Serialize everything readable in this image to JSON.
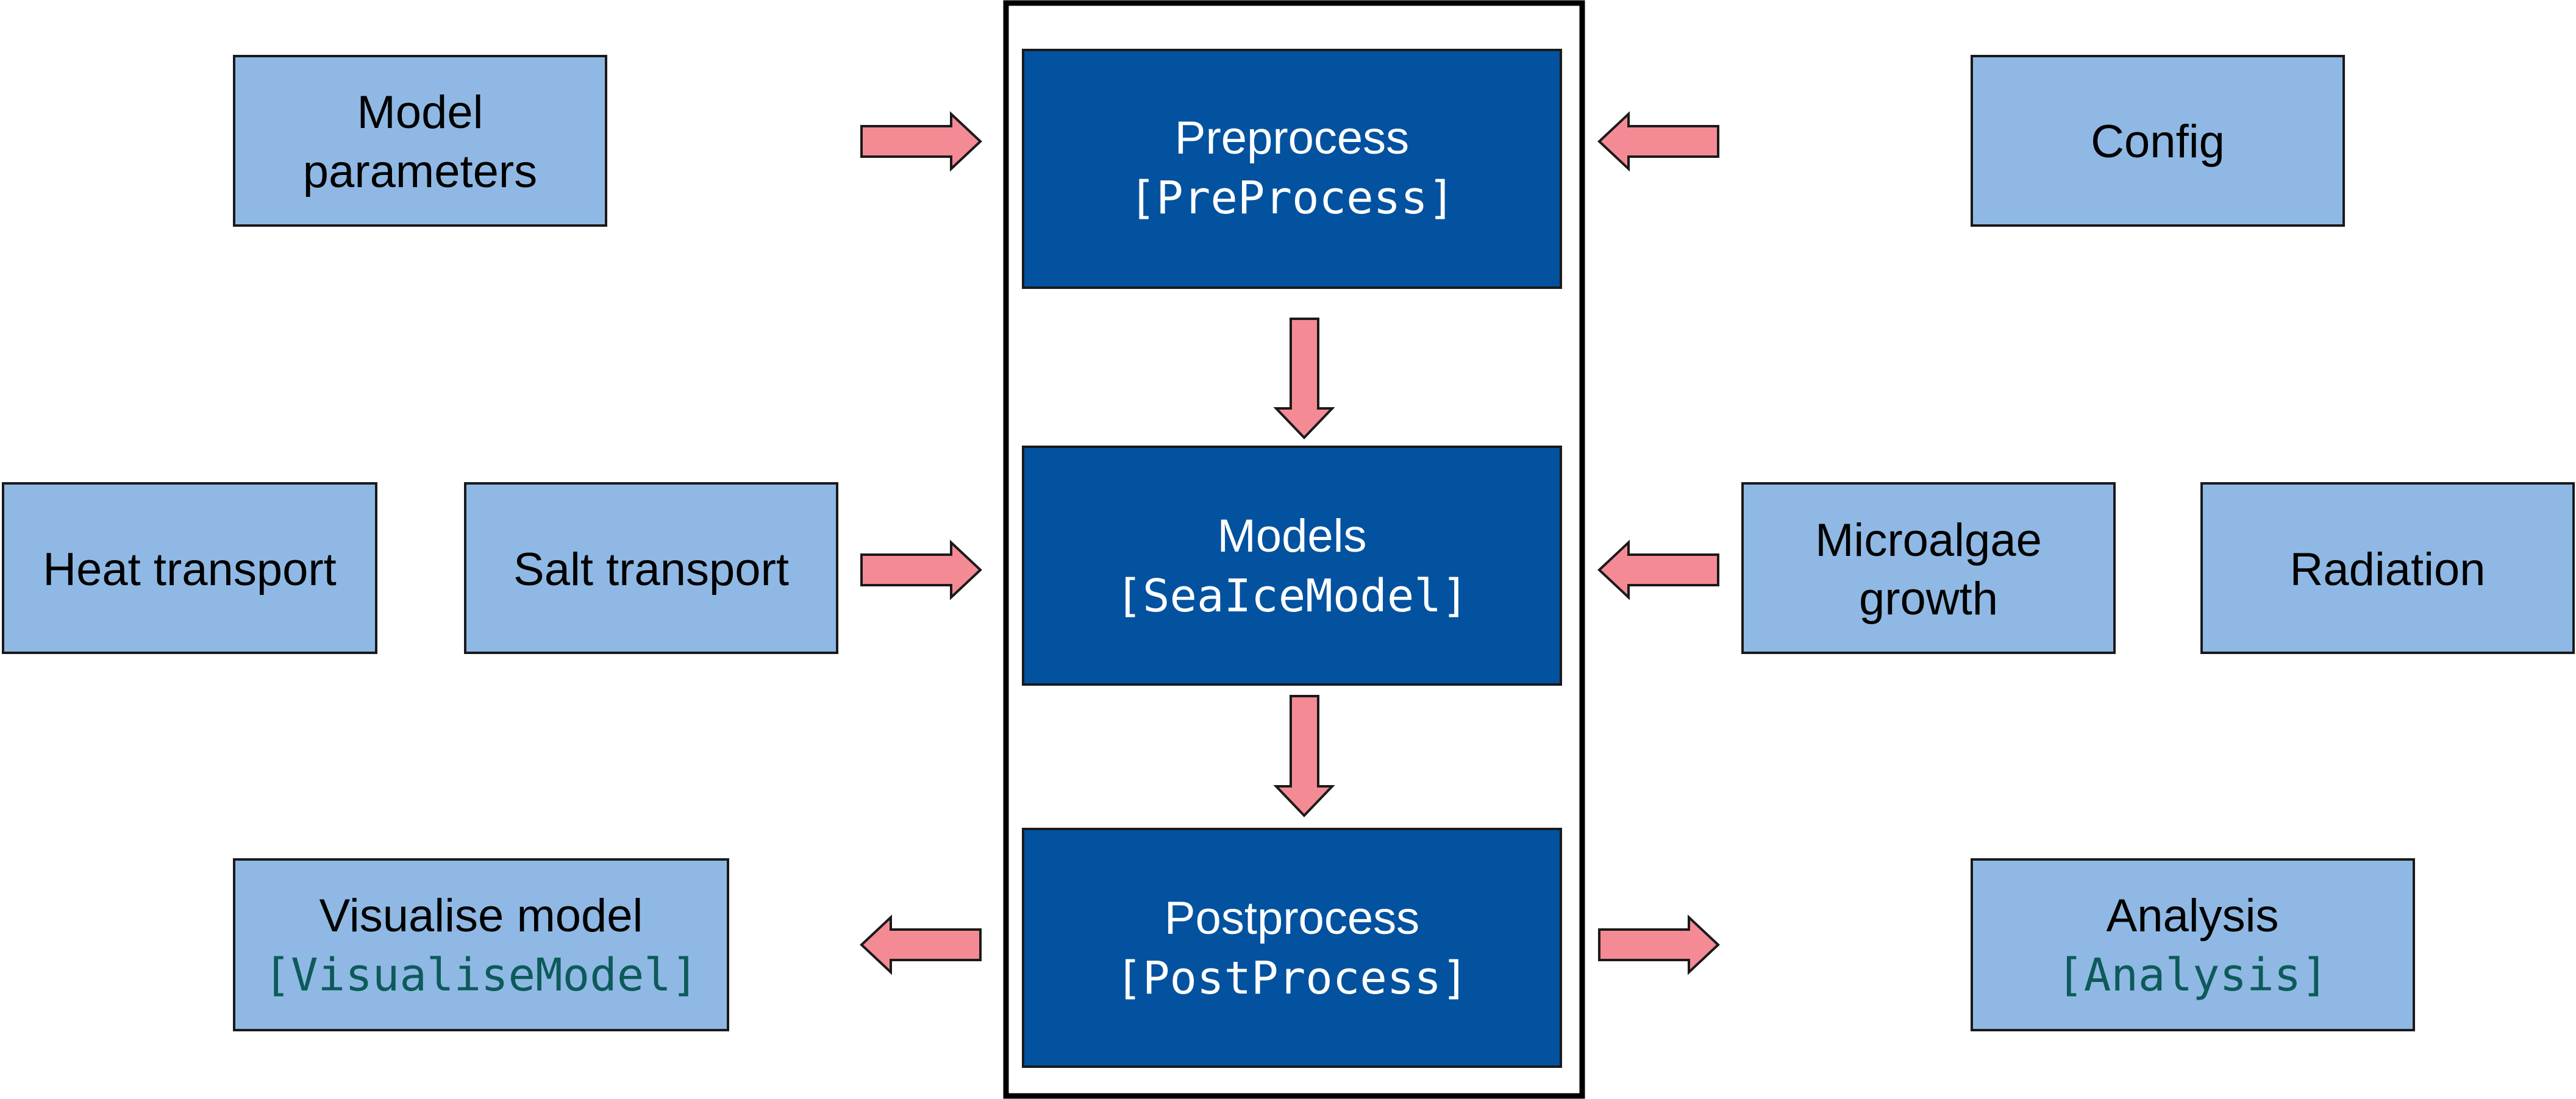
{
  "colors": {
    "light_box": "#8fb9e4",
    "dark_box": "#0252a0",
    "arrow": "#f48a94",
    "code_text_on_light": "#0d5a5a",
    "text_on_dark": "#ffffff"
  },
  "core": {
    "preprocess": {
      "label": "Preprocess",
      "code": "[PreProcess]"
    },
    "models": {
      "label": "Models",
      "code": "[SeaIceModel]"
    },
    "postprocess": {
      "label": "Postprocess",
      "code": "[PostProcess]"
    }
  },
  "inputs": {
    "model_parameters": {
      "line1": "Model",
      "line2": "parameters"
    },
    "config": {
      "label": "Config"
    },
    "heat_transport": {
      "label": "Heat transport"
    },
    "salt_transport": {
      "label": "Salt transport"
    },
    "microalgae_growth": {
      "line1": "Microalgae",
      "line2": "growth"
    },
    "radiation": {
      "label": "Radiation"
    }
  },
  "outputs": {
    "visualise_model": {
      "label": "Visualise model",
      "code": "[VisualiseModel]"
    },
    "analysis": {
      "label": "Analysis",
      "code": "[Analysis]"
    }
  }
}
